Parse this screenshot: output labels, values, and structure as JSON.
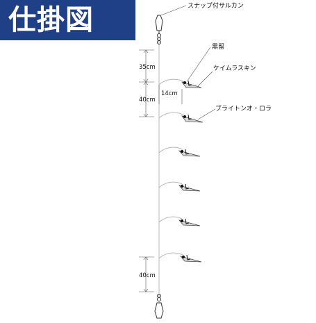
{
  "header": {
    "title": "仕掛図"
  },
  "labels": {
    "swivel": "スナップ付サルカン",
    "bead": "黒留",
    "skin": "ケイムラスキン",
    "lure": "ブライトンオ・ロラ"
  },
  "dimensions": {
    "top_spacing": "35cm",
    "hook_spacing": "40cm",
    "branch_length": "14cm",
    "bottom_spacing": "40cm"
  }
}
